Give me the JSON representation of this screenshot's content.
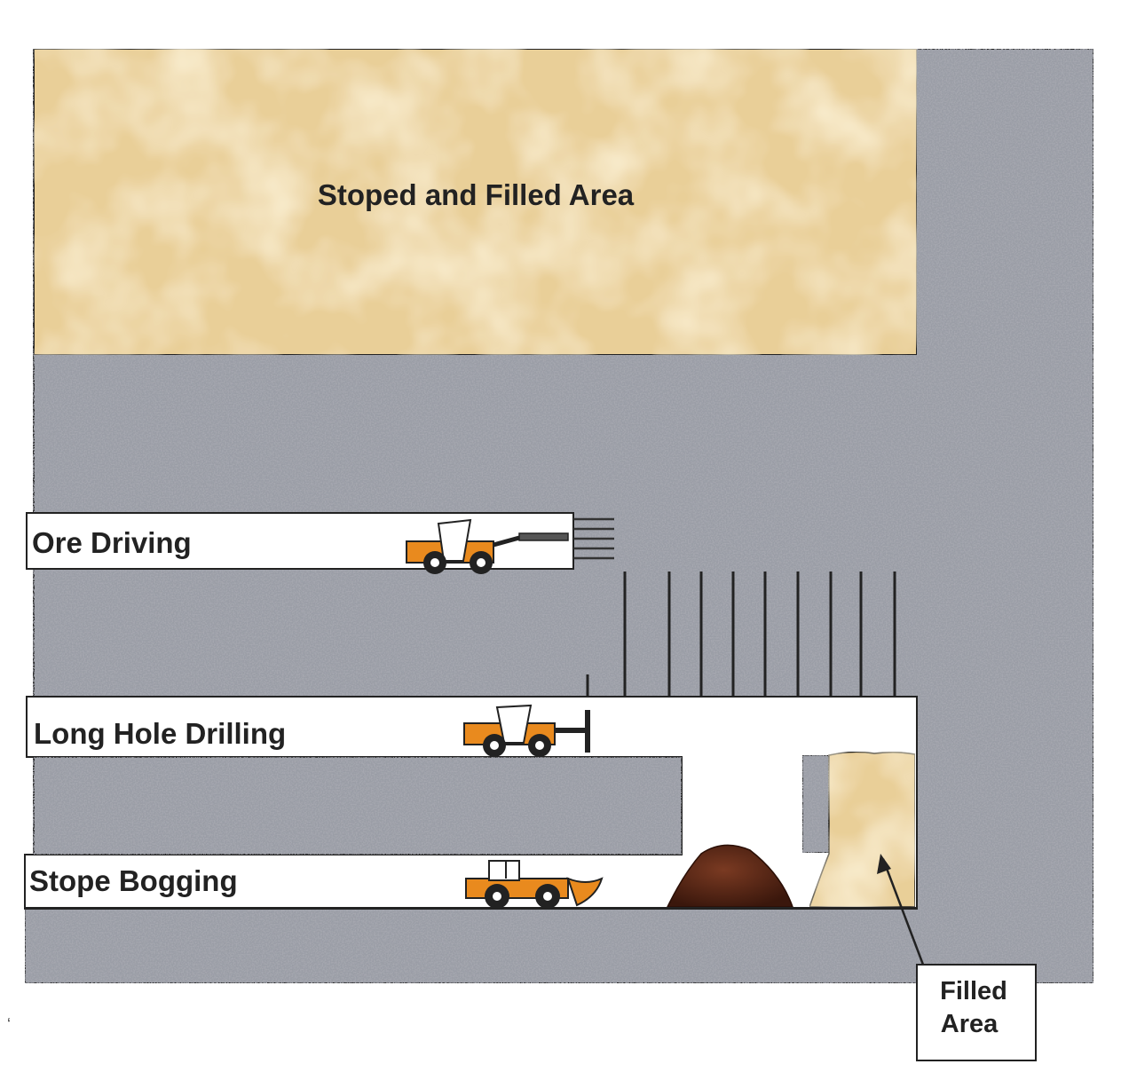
{
  "labels": {
    "stoped_area": "Stoped and Filled Area",
    "ore_driving": "Ore Driving",
    "long_hole_drilling": "Long Hole Drilling",
    "stope_bogging": "Stope Bogging",
    "filled_area_line1": "Filled",
    "filled_area_line2": "Area",
    "corner_mark": "‘"
  },
  "colors": {
    "rock": "#9a9da6",
    "fill_sand": "#e9cf98",
    "vehicle": "#e98a1e",
    "muck_pile": "#5a2a1a",
    "outline": "#222222",
    "tunnel": "#ffffff"
  },
  "icons": {
    "ore_driving_vehicle": "drill-jumbo-icon",
    "long_hole_vehicle": "long-hole-rig-icon",
    "bogging_vehicle": "loader-icon"
  }
}
